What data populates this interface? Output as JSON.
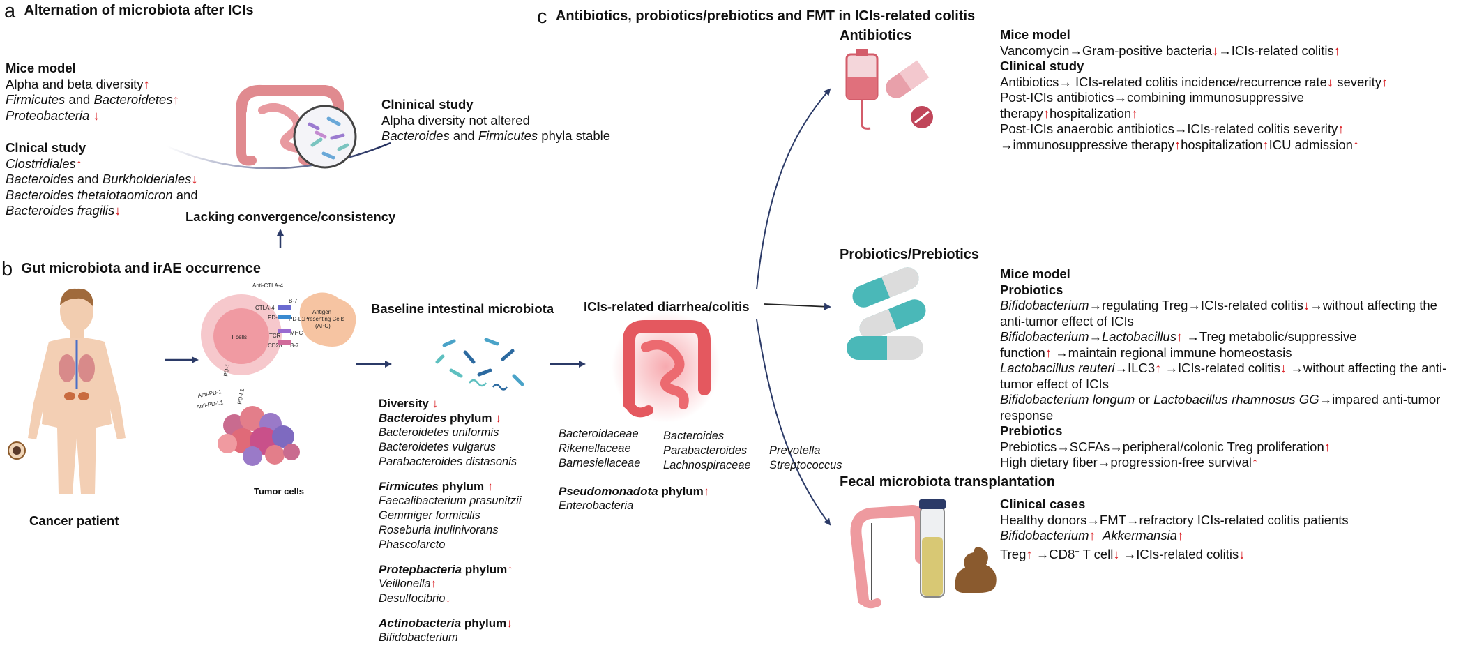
{
  "panel_a": {
    "letter": "a",
    "title": "Alternation of microbiota after ICIs",
    "mice_heading": "Mice model",
    "mice_1": "Alpha and beta diversity",
    "mice_2_a": "Firmicutes",
    "mice_2_b": " and ",
    "mice_2_c": "Bacteroidetes",
    "mice_3": "Proteobacteria ",
    "clin_heading": "Clnical study",
    "clin_1": "Clostridiales",
    "clin_2_a": "Bacteroides",
    "clin_2_b": " and ",
    "clin_2_c": "Burkholderiales",
    "clin_3_a": "Bacteroides thetaiotaomicron",
    "clin_3_b": " and",
    "clin_4": "Bacteroides fragilis",
    "clin2_heading": "Clninical study",
    "clin2_1": "Alpha diversity not altered",
    "clin2_2_a": "Bacteroides",
    "clin2_2_b": " and ",
    "clin2_2_c": "Firmicutes",
    "clin2_2_d": " phyla stable",
    "conclusion": "Lacking convergence/consistency"
  },
  "panel_b": {
    "letter": "b",
    "title": "Gut microbiota and irAE occurrence",
    "patient_label": "Cancer patient",
    "tumor_label": "Tumor cells",
    "diagram_labels": {
      "tcells": "T cells",
      "apc_1": "Antigen",
      "apc_2": "Presenting Cells",
      "apc_3": "(APC)",
      "anti_ctla4": "Anti-CTLA-4",
      "ctla4": "CTLA-4",
      "b7a": "B-7",
      "pd1": "PD-1",
      "pdl1": "PD-L1",
      "tcr": "TCR",
      "mhc": "MHC",
      "cd28": "CD28",
      "b7b": "B-7",
      "anti_pd1": "Anti-PD-1",
      "anti_pdl1": "Anti-PD-L1",
      "pd1b": "PD-1",
      "pdl1b": "PD-L1"
    },
    "baseline_title": "Baseline intestinal microbiota",
    "diversity": "Diversity",
    "bact_a": "Bacteroides",
    "bact_b": " phylum ",
    "bact_list": [
      "Bacteroidetes uniformis",
      "Bacteroidetes vulgarus",
      "Parabacteroides distasonis"
    ],
    "firm_a": "Firmicutes",
    "firm_b": " phylum ",
    "firm_list": [
      "Faecalibacterium prasunitzii",
      "Gemmiger formicilis",
      "Roseburia inulinivorans",
      "Phascolarcto"
    ],
    "prot_a": "Protepbacteria",
    "prot_b": " phylum",
    "prot_1": "Veillonella",
    "prot_2": "Desulfocibrio",
    "act_a": "Actinobacteria",
    "act_b": " phylum",
    "act_1": "Bifidobacterium",
    "colitis_title": "ICIs-related diarrhea/colitis",
    "col1": [
      "Bacteroidaceae",
      "Rikenellaceae",
      "Barnesiellaceae"
    ],
    "col2": [
      "Bacteroides",
      "Parabacteroides",
      "Lachnospiraceae"
    ],
    "col3": [
      "Prevotella",
      "Streptococcus"
    ],
    "pseudo_a": "Pseudomonadota",
    "pseudo_b": " phylum",
    "pseudo_1": "Enterobacteria"
  },
  "panel_c": {
    "letter": "c",
    "title": "Antibiotics, probiotics/prebiotics and FMT in ICIs-related colitis",
    "antibiotics": {
      "title": "Antibiotics",
      "mice_heading": "Mice model",
      "mice_1_a": "Vancomycin→Gram-positive bacteria",
      "mice_1_b": "→ICIs-related colitis",
      "clin_heading": "Clinical study",
      "l1_a": "Antibiotics→ ICIs-related colitis incidence/recurrence rate",
      "l1_b": " severity",
      "l2": "Post-ICIs antibiotics→combining immunosuppressive",
      "l3_a": "therapy",
      "l3_b": "hospitalization",
      "l4_a": "Post-ICIs anaerobic antibiotics→ICIs-related colitis severity",
      "l5_a": "→immunosuppressive therapy",
      "l5_b": "hospitalization",
      "l5_c": "ICU admission"
    },
    "probiotics": {
      "title": "Probiotics/Prebiotics",
      "mice_heading": "Mice model",
      "pro_heading": "Probiotics",
      "p1_a": "Bifidobacterium",
      "p1_b": "→regulating Treg→ICIs-related colitis",
      "p1_c": "→without affecting the",
      "p2": "anti-tumor effect of ICIs",
      "p3_a": "Bifidobacterium",
      "p3_b": "→",
      "p3_c": "Lactobacillus",
      "p3_d": " →Treg metabolic/suppressive",
      "p4_a": "function",
      "p4_b": " →maintain regional immune homeostasis",
      "p5_a": "Lactobacillus reuteri",
      "p5_b": "→ILC3",
      "p5_c": " →ICIs-related colitis",
      "p5_d": " →without affecting the anti-",
      "p6": "tumor effect of ICIs",
      "p7_a": "Bifidobacterium longum",
      "p7_b": " or ",
      "p7_c": "Lactobacillus rhamnosus GG",
      "p7_d": "→impared anti-tumor",
      "p8": "response",
      "pre_heading": "Prebiotics",
      "pre_1": "Prebiotics→SCFAs→peripheral/colonic Treg proliferation",
      "pre_2": "High dietary fiber→progression-free survival"
    },
    "fmt": {
      "title": "Fecal microbiota transplantation",
      "clin_heading": "Clinical cases",
      "f1": "Healthy donors→FMT→refractory ICIs-related colitis patients",
      "f2_a": "Bifidobacterium",
      "f2_b": "Akkermansia",
      "f3_a": "Treg",
      "f3_b": " →CD8",
      "f3_sup": "+",
      "f3_c": " T cell",
      "f3_d": " →ICIs-related colitis"
    }
  },
  "arrows": {
    "up": "↑",
    "down": "↓"
  },
  "colors": {
    "arrow_red": "#d8161b",
    "navy": "#2b3a67",
    "intestine": "#e8828a"
  }
}
